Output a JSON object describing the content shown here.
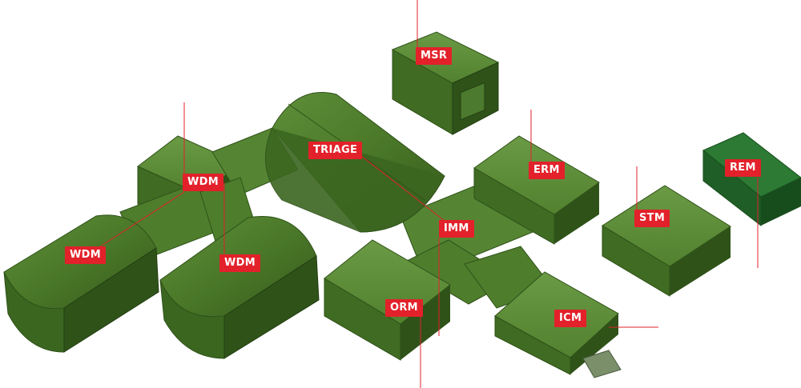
{
  "colors": {
    "label_bg": "#e2212a",
    "leader_line": "#e2212a",
    "module_green": "#4c7a2e",
    "module_green_dark": "#2f5219",
    "rem_green": "#1f6a28"
  },
  "labels": {
    "msr": "MSR",
    "triage": "TRIAGE",
    "wdm_top": "WDM",
    "wdm_left": "WDM",
    "wdm_right": "WDM",
    "erm": "ERM",
    "imm": "IMM",
    "stm": "STM",
    "rem": "REM",
    "orm": "ORM",
    "icm": "ICM"
  }
}
